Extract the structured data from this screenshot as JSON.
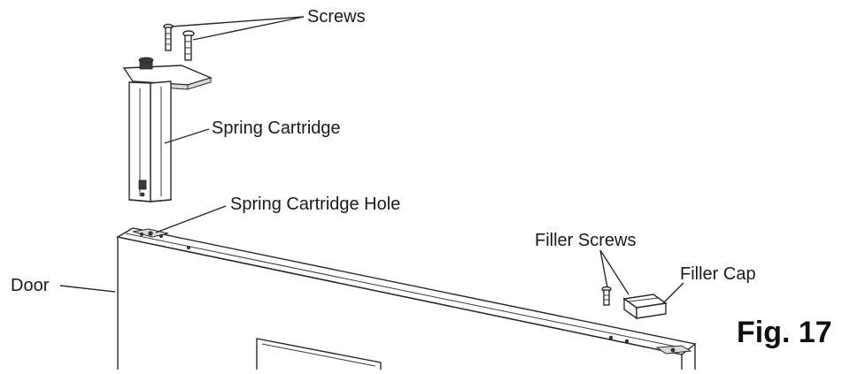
{
  "labels": {
    "screws": "Screws",
    "spring_cartridge": "Spring Cartridge",
    "spring_cartridge_hole": "Spring Cartridge Hole",
    "filler_screws": "Filler Screws",
    "filler_cap": "Filler Cap",
    "door": "Door",
    "figure": "Fig. 17"
  },
  "colors": {
    "line": "#2a2a2a",
    "text": "#1a1a1a",
    "shade": "#d9d9d9",
    "background": "#ffffff"
  }
}
